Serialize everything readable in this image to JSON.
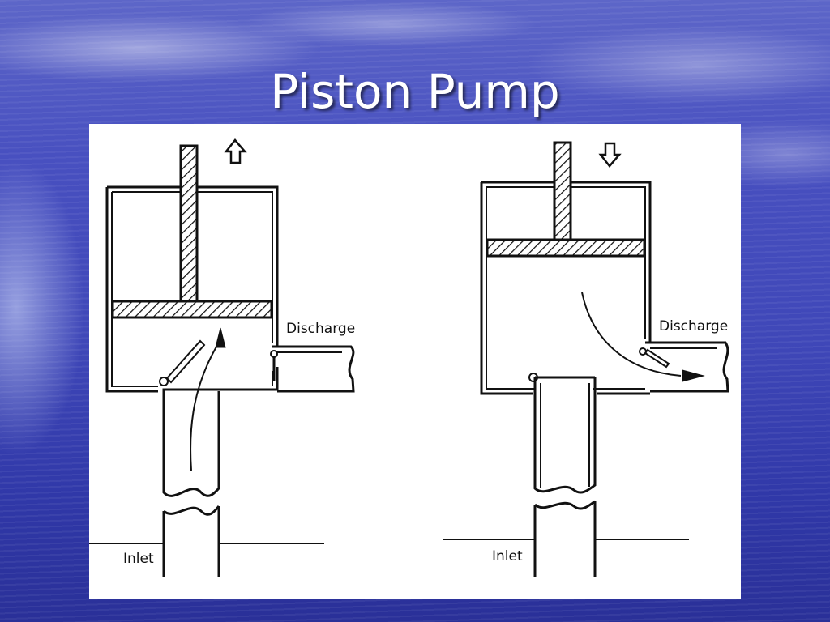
{
  "slide": {
    "title": "Piston Pump"
  },
  "diagram": {
    "intake_stroke": {
      "discharge_label": "Discharge",
      "inlet_label": "Inlet"
    },
    "discharge_stroke": {
      "discharge_label": "Discharge",
      "inlet_label": "Inlet"
    }
  },
  "colors": {
    "background": "#4048b8",
    "title": "#ffffff",
    "line": "#111111"
  }
}
